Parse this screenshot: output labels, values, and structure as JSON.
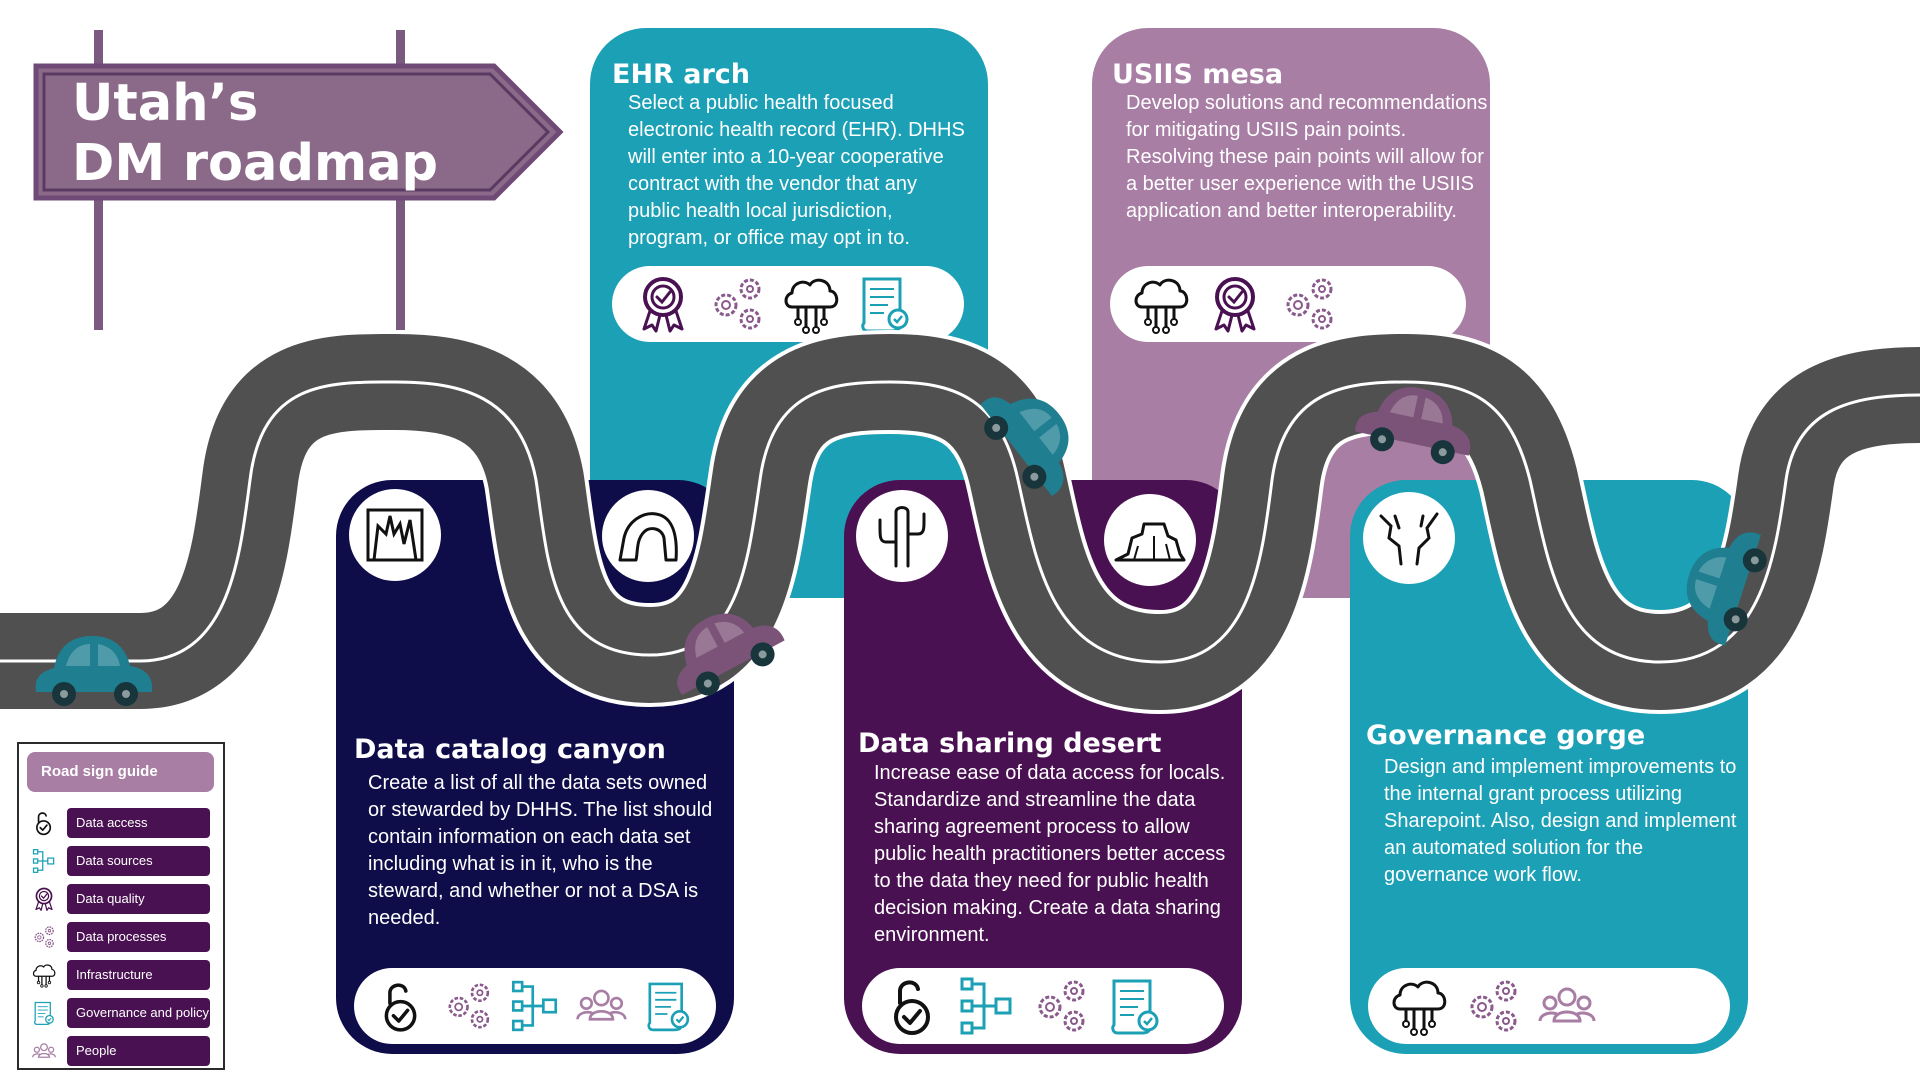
{
  "sign": {
    "title": "Utah’s\nDM roadmap"
  },
  "colors": {
    "navy": "#0f0c4a",
    "teal": "#1ba0b6",
    "purple_dark": "#4a1152",
    "mauve": "#a87ea4",
    "sign": "#8a6a88",
    "road": "#505050",
    "car_teal": "#1f7f91",
    "car_purple": "#7b5378"
  },
  "stops": [
    {
      "title": "EHR arch",
      "description": "Select a public health focused electronic health record (EHR). DHHS will enter into a 10-year cooperative contract with the vendor that any public health local jurisdiction, program, or office may opt in to.",
      "icons": [
        "data-quality-icon",
        "data-processes-icon",
        "infrastructure-icon",
        "governance-icon"
      ],
      "landmark": "arch-icon"
    },
    {
      "title": "USIIS mesa",
      "description": "Develop solutions and recommendations for mitigating USIIS pain points. Resolving these pain points will allow for a better user experience with the USIIS application and better interoperability.",
      "icons": [
        "infrastructure-icon",
        "data-quality-icon",
        "data-processes-icon"
      ],
      "landmark": "mesa-icon"
    },
    {
      "title": "Data catalog canyon",
      "description": "Create a list of all the data sets owned or stewarded by DHHS. The list should contain information on each data set including what is in it, who is the steward, and whether or not a DSA is needed.",
      "icons": [
        "data-access-icon",
        "data-processes-icon",
        "data-sources-icon",
        "people-icon",
        "governance-icon"
      ],
      "landmark": "canyon-icon"
    },
    {
      "title": "Data sharing desert",
      "description": "Increase ease of data access for locals. Standardize and streamline the data sharing agreement process to allow public health practitioners better access to the data they need for public health decision making. Create a data sharing environment.",
      "icons": [
        "data-access-icon",
        "data-sources-icon",
        "data-processes-icon",
        "governance-icon"
      ],
      "landmark": "cactus-icon"
    },
    {
      "title": "Governance gorge",
      "description": "Design and implement improvements to the internal grant process utilizing Sharepoint. Also, design and implement an automated solution for the governance work flow.",
      "icons": [
        "infrastructure-icon",
        "data-processes-icon",
        "people-icon"
      ],
      "landmark": "gorge-icon"
    }
  ],
  "legend": {
    "title": "Road sign guide",
    "items": [
      {
        "label": "Data access",
        "icon": "data-access-icon"
      },
      {
        "label": "Data sources",
        "icon": "data-sources-icon"
      },
      {
        "label": "Data quality",
        "icon": "data-quality-icon"
      },
      {
        "label": "Data processes",
        "icon": "data-processes-icon"
      },
      {
        "label": "Infrastructure",
        "icon": "infrastructure-icon"
      },
      {
        "label": "Governance and policy",
        "icon": "governance-icon"
      },
      {
        "label": "People",
        "icon": "people-icon"
      }
    ]
  }
}
